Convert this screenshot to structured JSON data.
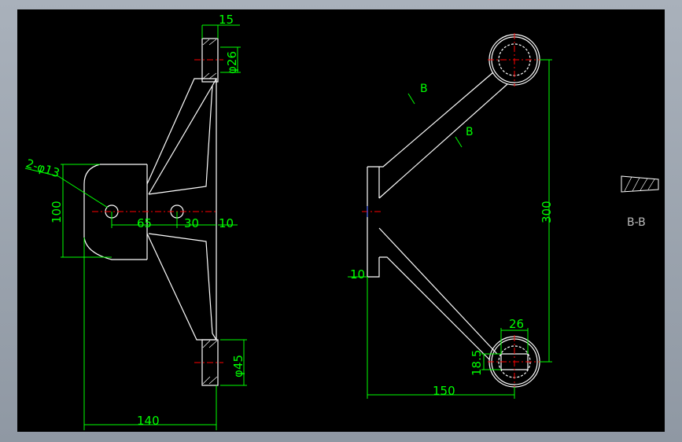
{
  "colors": {
    "frame": "#9aa3ad",
    "background": "#000000",
    "outline": "#ffffff",
    "dimension": "#00ff00",
    "centerline": "#ff0000",
    "section_label": "#bdbdbd"
  },
  "front_view": {
    "dims": {
      "flange_thickness": "15",
      "top_hole_dia": "φ26",
      "bottom_boss_dia": "φ45",
      "overall_width": "140",
      "height": "100",
      "hole_spacing": "65",
      "hole_offset": "30",
      "plate_thickness": "10",
      "mount_holes": "2-φ13"
    }
  },
  "side_view": {
    "dims": {
      "center_height": "300",
      "overall_length": "150",
      "boss_width": "26",
      "boss_depth": "18.5",
      "base_thickness": "10"
    },
    "section_marks": [
      "B",
      "B"
    ]
  },
  "section_view": {
    "label": "B-B"
  }
}
